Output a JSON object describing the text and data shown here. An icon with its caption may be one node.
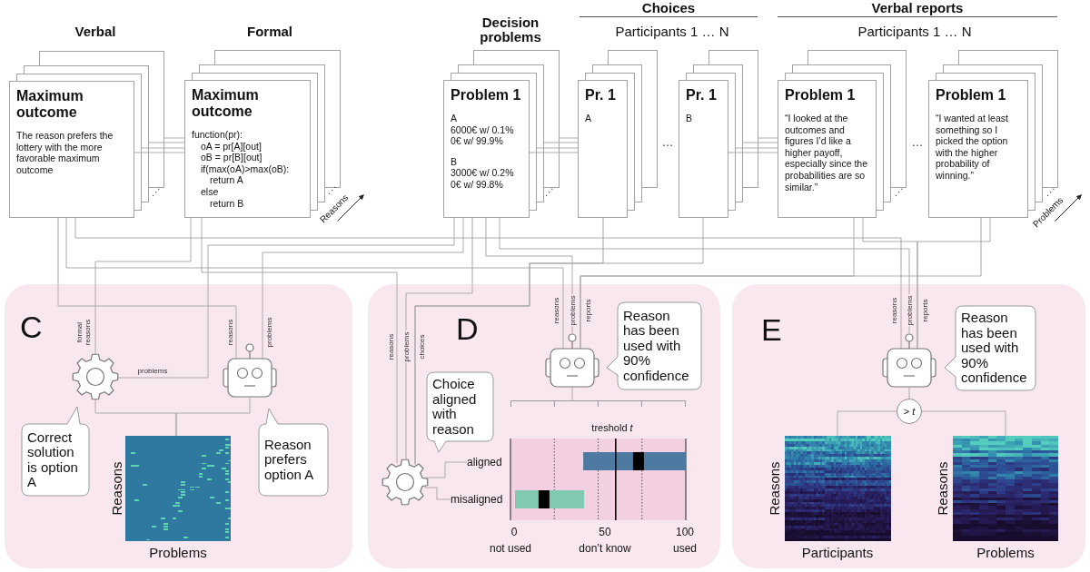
{
  "diagram": {
    "nodes": [
      {
        "text": [
          "Maximum outcome",
          "The reason prefers the lottery with the more favorable maximum outcome"
        ]
      },
      {
        "text": [
          "Maximum outcome",
          "function(pr):",
          "oA = pr[A][out]",
          "oB = pr[B][out]",
          "if(max(oA)>max(oB):",
          "return A",
          "else",
          "return B"
        ]
      },
      {
        "text": [
          "Problem 1",
          "A",
          "6000€ w/ 0.1%",
          "0€ w/ 99.9%",
          "B",
          "3000€ w/ 0.2%",
          "0€ w/ 99.8%"
        ]
      },
      {
        "text": [
          "Pr. 1",
          "A"
        ]
      },
      {
        "text": [
          "Pr. 1",
          "B"
        ]
      },
      {
        "text": [
          "Problem 1",
          "“I looked at the outcomes and figures I’d like a higher payoff, especially since the probabilities are so similar.”"
        ]
      },
      {
        "text": [
          "Problem 1",
          "“I wanted at least something so I picked the option with the higher probability of winning.”"
        ]
      },
      {
        "text": [
          "C"
        ]
      },
      {
        "text": [],
        "shape": "picture",
        "in": 7
      },
      {
        "text": [],
        "shape": "picture",
        "in": 7
      },
      {
        "text": [
          "Correct solution is option A"
        ],
        "in": 7
      },
      {
        "text": [
          "Reason prefers option A"
        ],
        "in": 7
      },
      {
        "text": [],
        "shape": "picture",
        "in": 7,
        "beside": [
          "Reasons",
          "Problems"
        ]
      },
      {
        "text": [
          "D"
        ]
      },
      {
        "text": [],
        "shape": "picture",
        "in": 13
      },
      {
        "text": [
          "Reason has been used with 90% confidence"
        ],
        "in": 13
      },
      {
        "text": [
          "Choice aligned with reason"
        ],
        "in": 13
      },
      {
        "text": [],
        "shape": "bracket",
        "in": 13
      },
      {
        "text": [],
        "shape": "picture",
        "in": 13
      },
      {
        "text": [
          "aligned"
        ],
        "in": 13
      },
      {
        "text": [
          "misaligned"
        ],
        "in": 13
      },
      {
        "text": [
          "E"
        ]
      },
      {
        "text": [],
        "shape": "picture",
        "in": 21
      },
      {
        "text": [
          "Reason has been used with 90% confidence"
        ],
        "in": 21
      },
      {
        "text": [
          "> *t*"
        ],
        "in": 21
      },
      {
        "text": [],
        "shape": "picture",
        "in": 21,
        "beside": [
          "Reasons",
          "Participants"
        ]
      },
      {
        "text": [],
        "shape": "picture",
        "in": 21,
        "beside": [
          "Reasons",
          "Problems"
        ]
      }
    ],
    "edges": [
      {
        "from": 0,
        "to": 1,
        "arrow": "none"
      },
      {
        "from": 2,
        "to": 3,
        "arrow": "none"
      },
      {
        "from": 4,
        "to": 5,
        "arrow": "none"
      },
      {
        "from": 1,
        "to": 8,
        "arrow": "none",
        "label": "formal reasons"
      },
      {
        "from": 2,
        "to": 8,
        "arrow": "none",
        "label": "problems"
      },
      {
        "from": 0,
        "to": 9,
        "arrow": "none",
        "label": "reasons"
      },
      {
        "from": 2,
        "to": 9,
        "arrow": "none",
        "label": "problems"
      },
      {
        "from": 8,
        "to": 12,
        "arrow": "none"
      },
      {
        "from": 9,
        "to": 12,
        "arrow": "none"
      },
      {
        "from": 1,
        "to": 18,
        "arrow": "none",
        "label": "reasons"
      },
      {
        "from": 2,
        "to": 18,
        "arrow": "none",
        "label": "problems"
      },
      {
        "from": 3,
        "to": 18,
        "arrow": "none",
        "label": "choices"
      },
      {
        "from": 4,
        "to": 18,
        "arrow": "none"
      },
      {
        "from": 0,
        "to": 14,
        "arrow": "none",
        "label": "reasons"
      },
      {
        "from": 2,
        "to": 14,
        "arrow": "none",
        "label": "problems"
      },
      {
        "from": 5,
        "to": 14,
        "arrow": "none",
        "label": "reports"
      },
      {
        "from": 6,
        "to": 14,
        "arrow": "none"
      },
      {
        "from": 14,
        "to": 17,
        "arrow": "none"
      },
      {
        "from": 18,
        "to": 19,
        "arrow": "none"
      },
      {
        "from": 18,
        "to": 20,
        "arrow": "none"
      },
      {
        "from": 0,
        "to": 22,
        "arrow": "none",
        "label": "reasons"
      },
      {
        "from": 2,
        "to": 22,
        "arrow": "none",
        "label": "problems"
      },
      {
        "from": 5,
        "to": 22,
        "arrow": "none",
        "label": "reports"
      },
      {
        "from": 6,
        "to": 22,
        "arrow": "none"
      },
      {
        "from": 22,
        "to": 24,
        "arrow": "none"
      },
      {
        "from": 24,
        "to": 25,
        "arrow": "none"
      },
      {
        "from": 24,
        "to": 26,
        "arrow": "none"
      }
    ],
    "labels": [
      "Choices",
      "Verbal reports",
      "Verbal",
      "Formal",
      "Decision problems",
      "Participants 1 … N",
      "Participants 1 … N",
      "⋰",
      "⋰",
      "⋰",
      "…",
      "⋰",
      "…",
      "⋰",
      "Reasons",
      "Problems",
      "treshold *t*",
      "0",
      "50",
      "100",
      "not used",
      "don’t know",
      "used"
    ]
  }
}
